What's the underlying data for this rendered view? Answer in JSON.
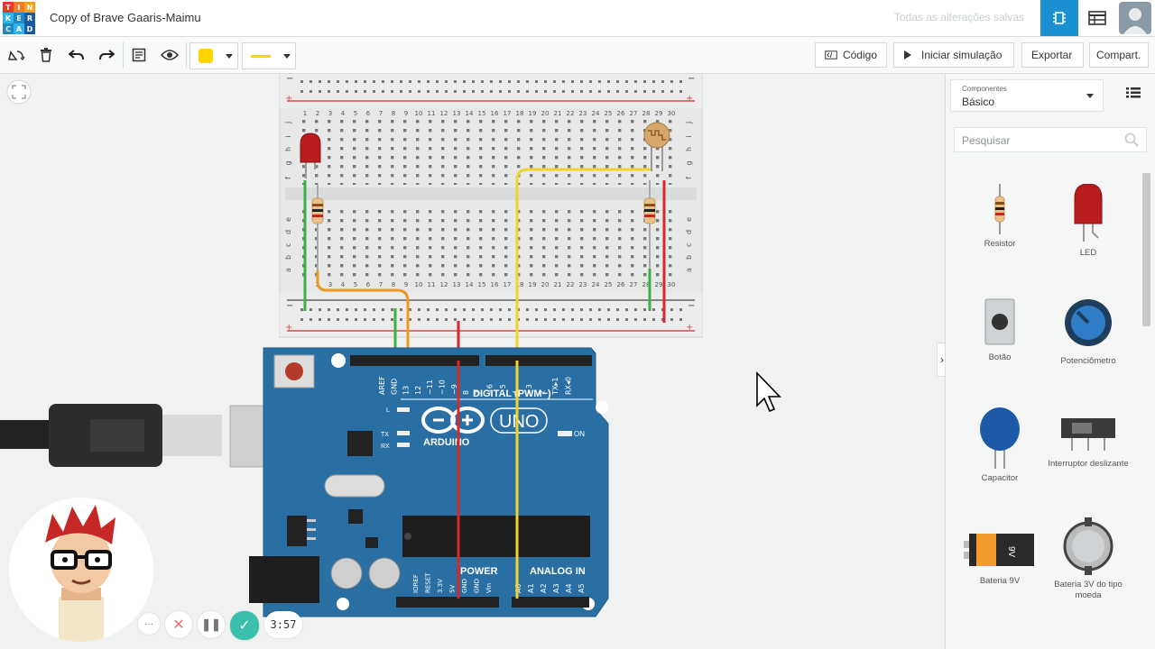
{
  "app": {
    "logo_letters": [
      "T",
      "I",
      "N",
      "K",
      "E",
      "R",
      "C",
      "A",
      "D"
    ],
    "logo_colors": [
      "#e2382f",
      "#f37b20",
      "#f9a01b",
      "#2eb5e7",
      "#1f88c6",
      "#1a5b9f",
      "#1f88c6",
      "#2eb5e7",
      "#1a5b9f"
    ],
    "project_title": "Copy of Brave Gaaris-Maimu",
    "save_status": "Todas as alterações salvas",
    "accent_color": "#1a8fd1"
  },
  "toolbar": {
    "code_label": "Código",
    "simulate_label": "Iniciar simulação",
    "export_label": "Exportar",
    "share_label": "Compart.",
    "wire_color": "#ffd400"
  },
  "panel": {
    "dropdown_caption": "Componentes",
    "dropdown_value": "Básico",
    "search_placeholder": "Pesquisar",
    "components": [
      {
        "label": "Resistor",
        "icon": "resistor-icon"
      },
      {
        "label": "LED",
        "icon": "led-icon"
      },
      {
        "label": "Botão",
        "icon": "pushbutton-icon"
      },
      {
        "label": "Potenciômetro",
        "icon": "potentiometer-icon"
      },
      {
        "label": "Capacitor",
        "icon": "capacitor-icon"
      },
      {
        "label": "Interruptor deslizante",
        "icon": "slide-switch-icon"
      },
      {
        "label": "Bateria 9V",
        "icon": "battery-9v-icon"
      },
      {
        "label": "Bateria 3V do tipo moeda",
        "icon": "coin-battery-icon"
      }
    ]
  },
  "board": {
    "digital_label": "DIGITAL (PWM~)",
    "power_label": "POWER",
    "analog_label": "ANALOG IN",
    "brand": "ARDUINO",
    "model": "UNO",
    "on_label": "ON",
    "led_l": "L",
    "led_tx": "TX",
    "led_rx": "RX",
    "digital_pins": [
      "AREF",
      "GND",
      "13",
      "12",
      "~11",
      "~10",
      "~9",
      "8",
      "7",
      "~6",
      "~5",
      "4",
      "~3",
      "2",
      "TX▸1",
      "RX◂0"
    ],
    "power_pins": [
      "IOREF",
      "RESET",
      "3.3V",
      "5V",
      "GND",
      "GND",
      "Vin"
    ],
    "analog_pins": [
      "A0",
      "A1",
      "A2",
      "A3",
      "A4",
      "A5"
    ],
    "battery_text": "9V"
  },
  "breadboard": {
    "column_numbers": [
      "1",
      "2",
      "3",
      "4",
      "5",
      "6",
      "7",
      "8",
      "9",
      "10",
      "11",
      "12",
      "13",
      "14",
      "15",
      "16",
      "17",
      "18",
      "19",
      "20",
      "21",
      "22",
      "23",
      "24",
      "25",
      "26",
      "27",
      "28",
      "29",
      "30"
    ],
    "rows_top": [
      "j",
      "i",
      "h",
      "g",
      "f"
    ],
    "rows_bottom": [
      "e",
      "d",
      "c",
      "b",
      "a"
    ]
  },
  "recorder": {
    "time": "3:57"
  }
}
